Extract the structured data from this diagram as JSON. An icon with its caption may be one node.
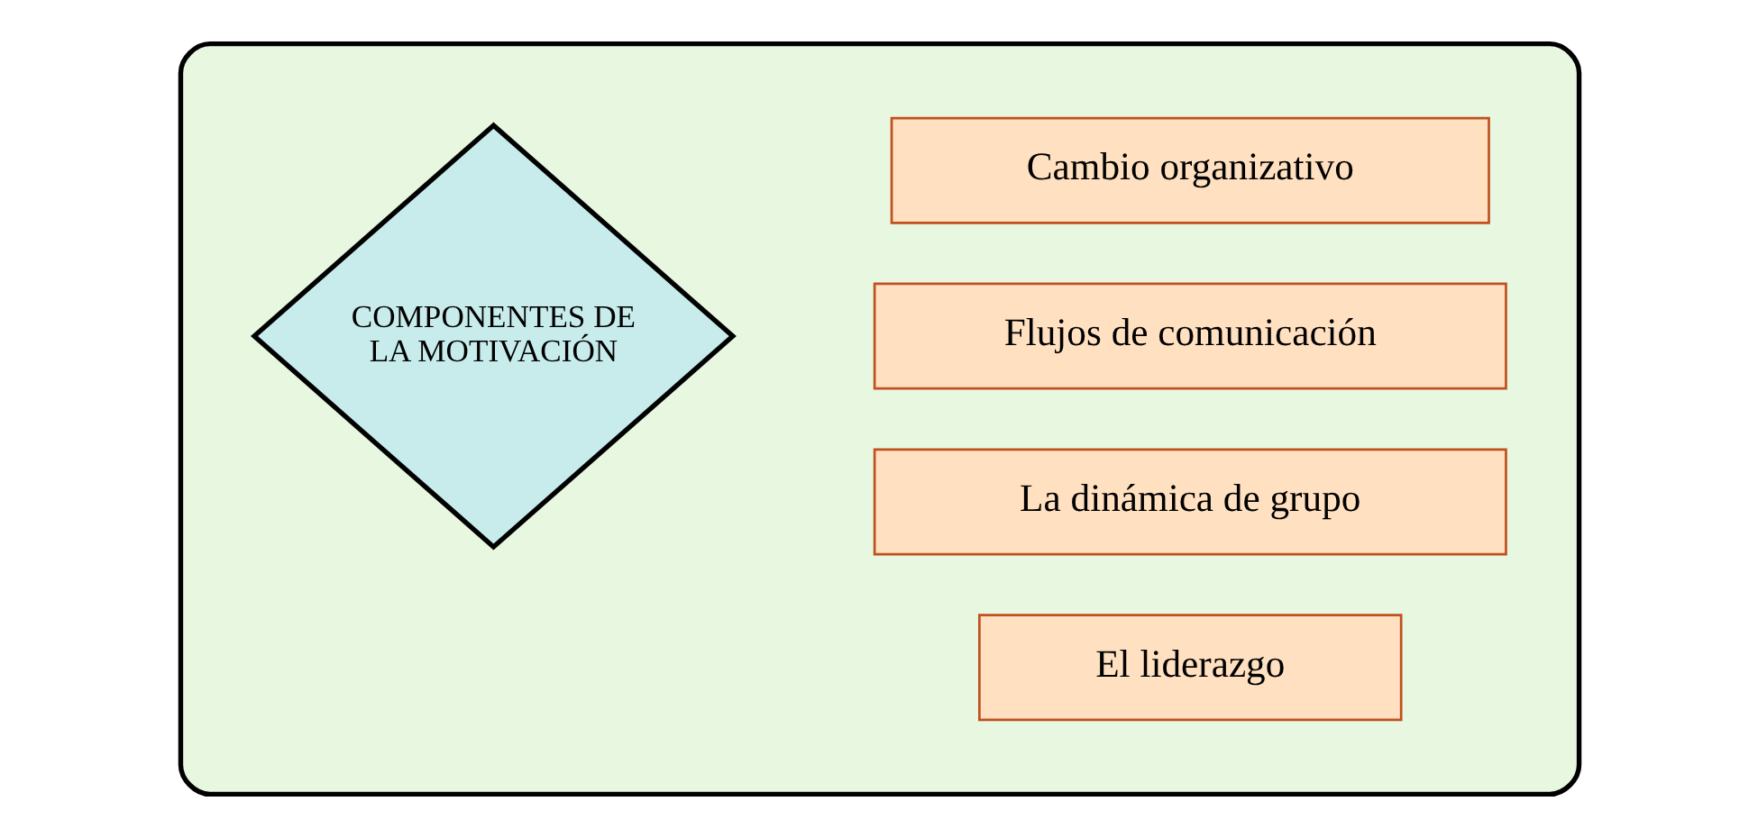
{
  "diagram": {
    "nodes": [
      {
        "text": [],
        "shape": "ellipse"
      },
      {
        "text": [
          "COMPONENTES DE LA MOTIVACIÓN"
        ],
        "in": 0
      },
      {
        "text": [
          "El liderazgo"
        ],
        "in": 0
      },
      {
        "text": [
          "La dinámica de grupo"
        ],
        "in": 0
      },
      {
        "text": [
          "Flujos de comunicación"
        ],
        "in": 0
      },
      {
        "text": [
          "Cambio organizativo"
        ],
        "in": 0
      }
    ],
    "edges": []
  }
}
